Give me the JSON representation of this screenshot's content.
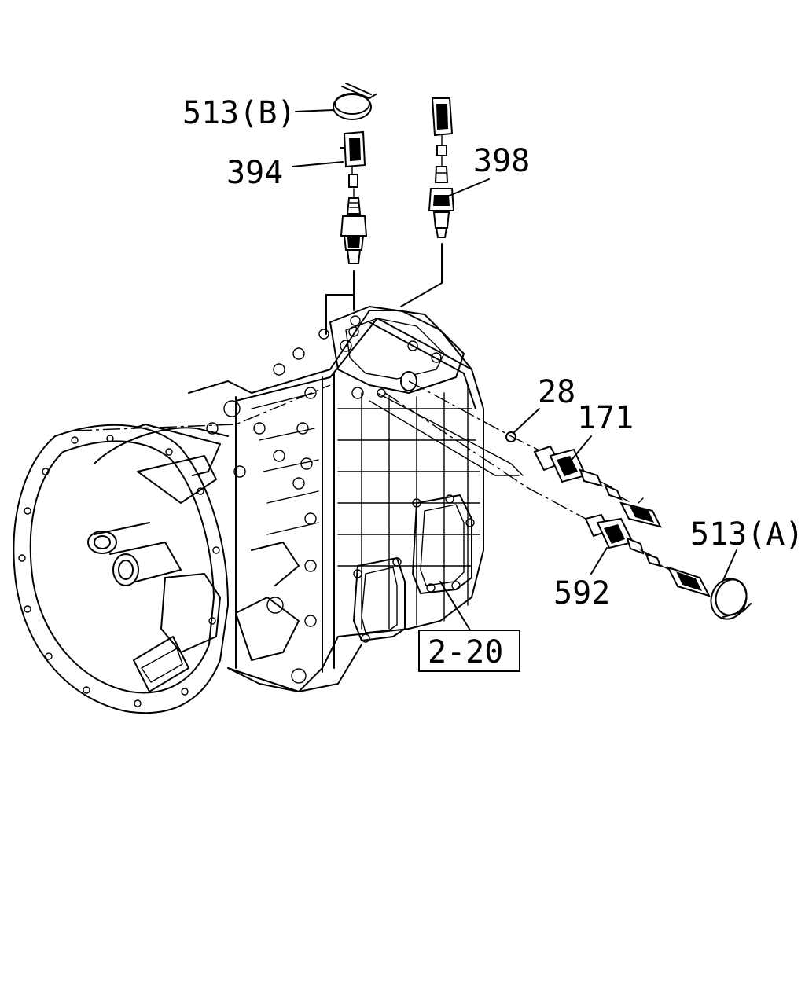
{
  "callouts": {
    "c513b": "513(B)",
    "c394": "394",
    "c398": "398",
    "c28": "28",
    "c171": "171",
    "c513a": "513(A)",
    "c592": "592",
    "ref": "2-20"
  }
}
